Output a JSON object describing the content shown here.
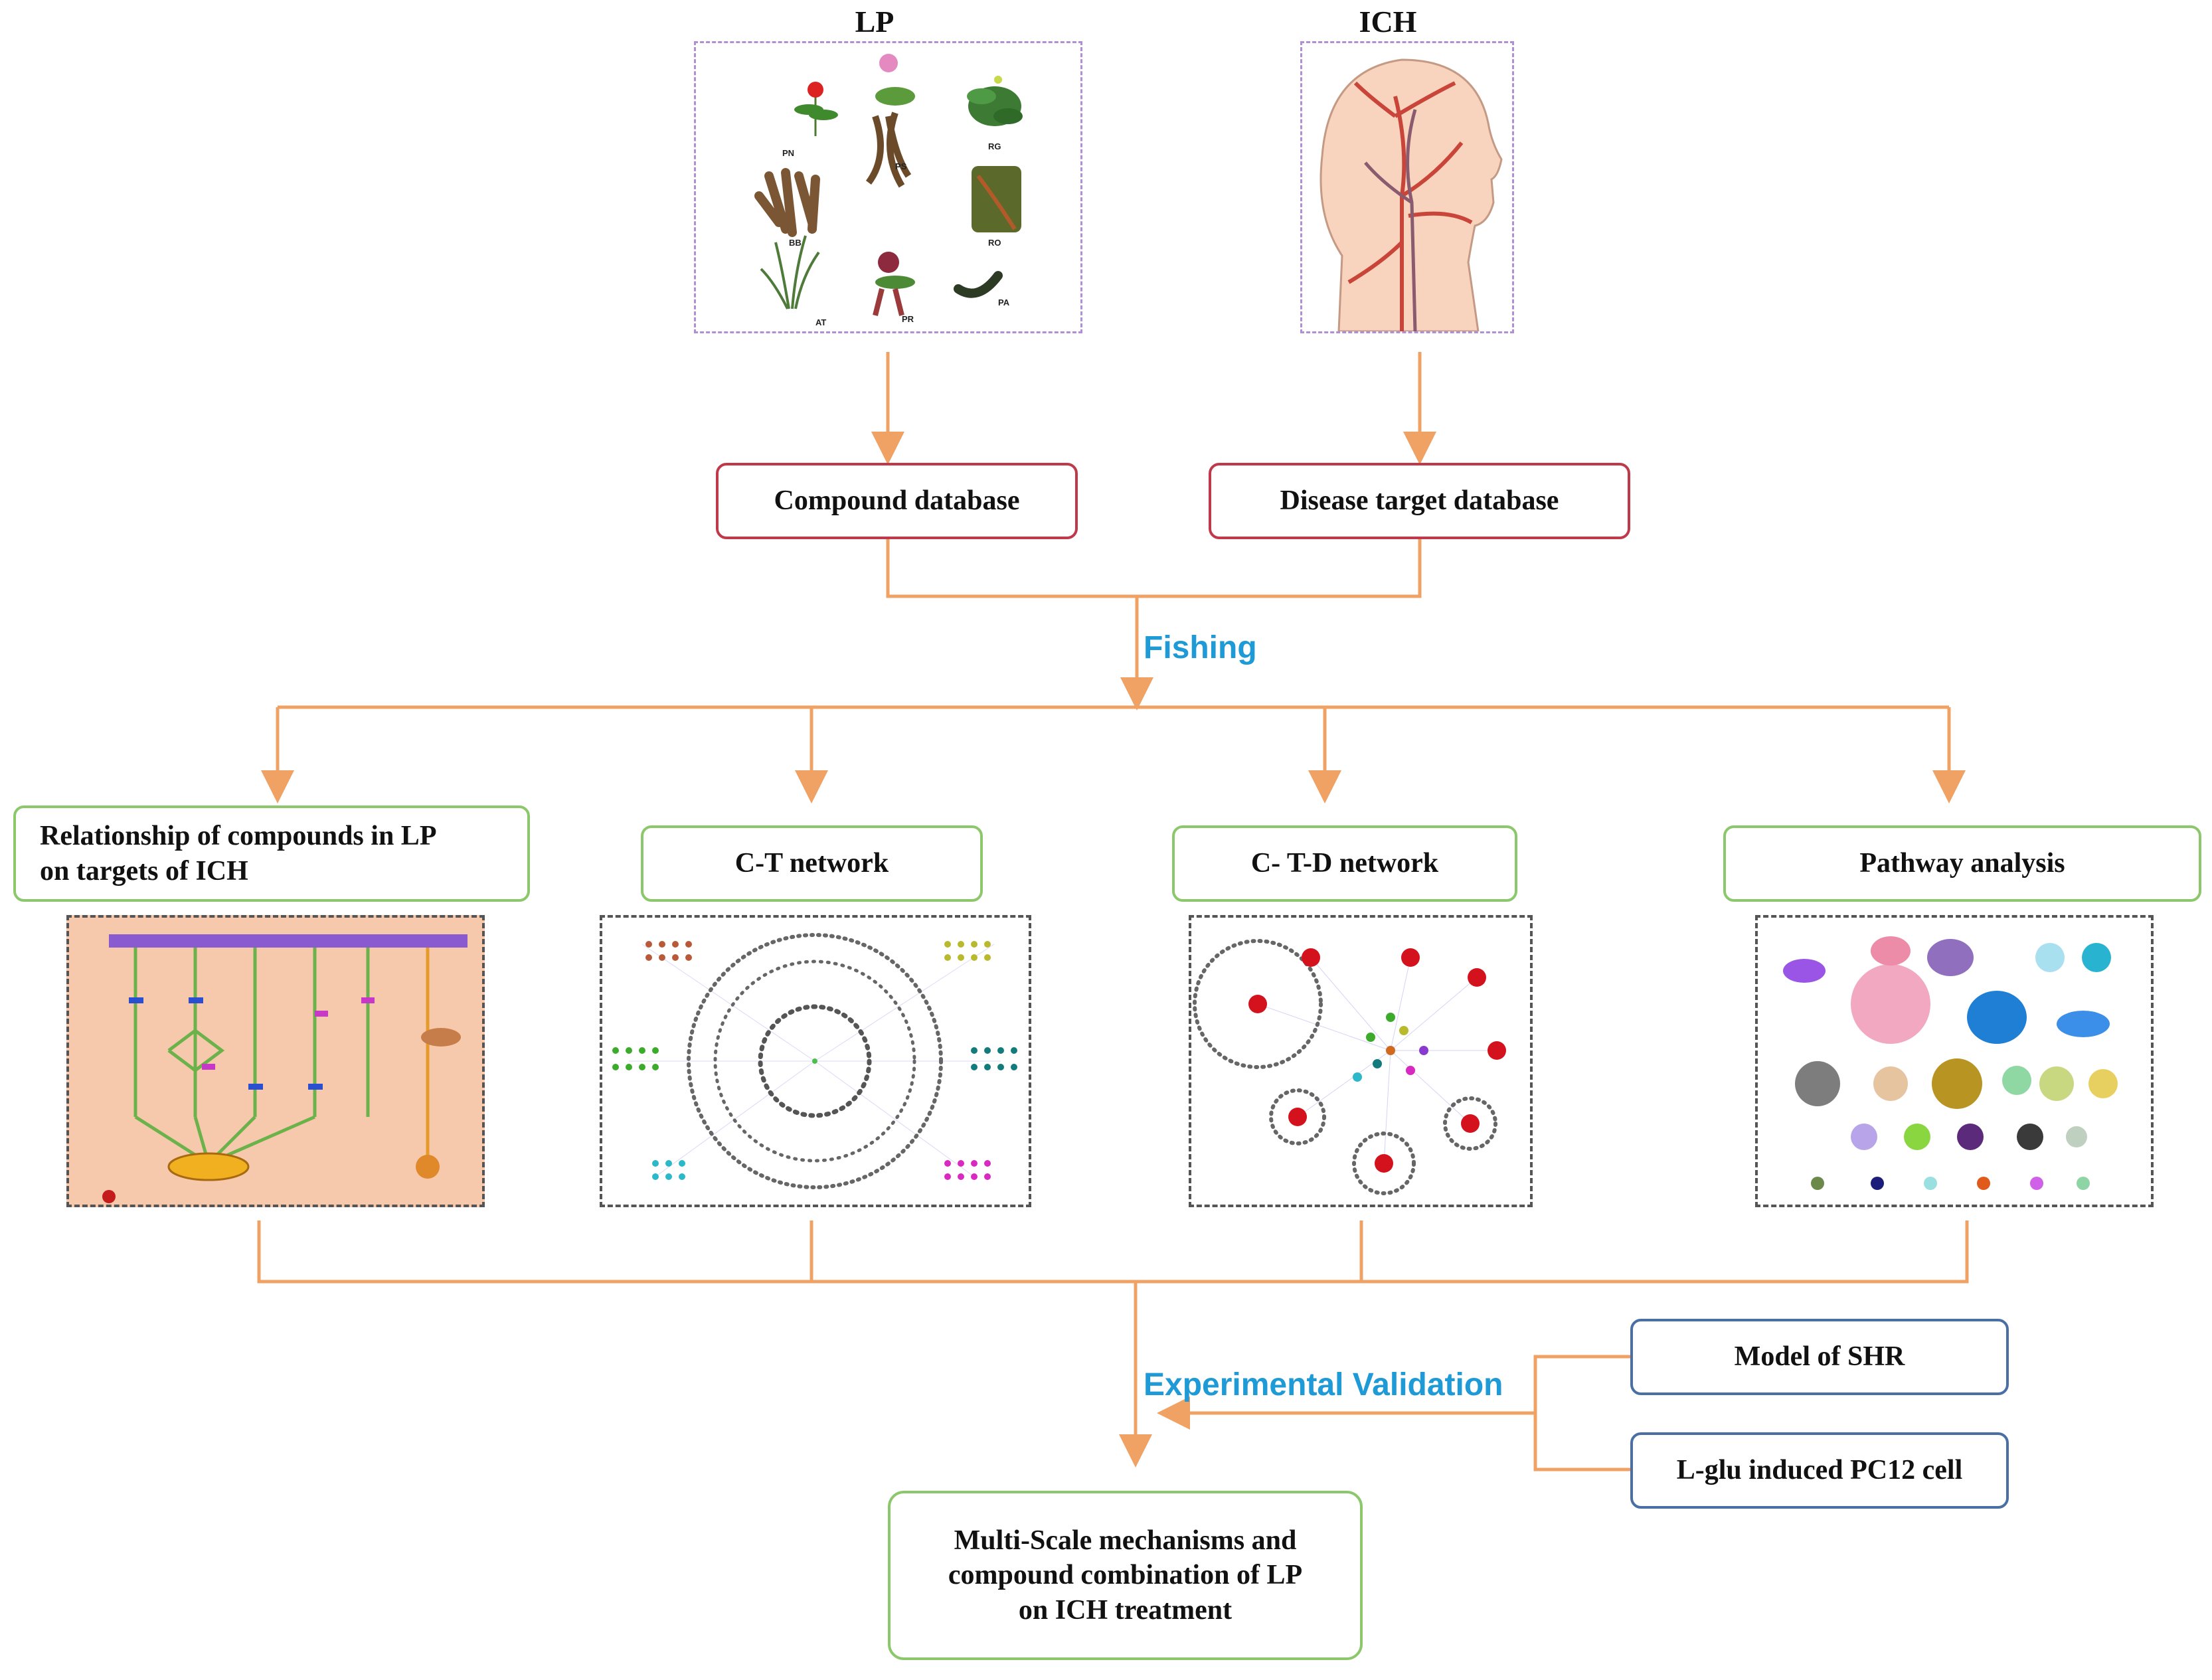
{
  "sources": {
    "lp_label": "LP",
    "ich_label": "ICH",
    "plant_tags": [
      "PN",
      "PS",
      "RG",
      "BB",
      "RO",
      "AT",
      "PR",
      "PA"
    ]
  },
  "databases": {
    "compound": "Compound database",
    "disease": "Disease target database"
  },
  "process": {
    "fishing": "Fishing",
    "experimental_validation": "Experimental Validation"
  },
  "analyses": [
    {
      "line1": "Relationship of compounds in LP",
      "line2": "on  targets of ICH"
    },
    {
      "line1": "C-T network"
    },
    {
      "line1": "C- T-D network"
    },
    {
      "line1": "Pathway analysis"
    }
  ],
  "validation": {
    "model": "Model of SHR",
    "cell": "L-glu induced PC12 cell"
  },
  "result": {
    "line1": "Multi-Scale mechanisms and",
    "line2": "compound combination of LP",
    "line3": "on ICH treatment"
  },
  "colors": {
    "connector": "#f0a264",
    "fishing_text": "#1e9ad6",
    "database_border": "#c0394b",
    "analysis_border": "#8cc86b",
    "validation_border": "#4a6fa5",
    "pathway_panel_bg": "#f6c9ad"
  }
}
